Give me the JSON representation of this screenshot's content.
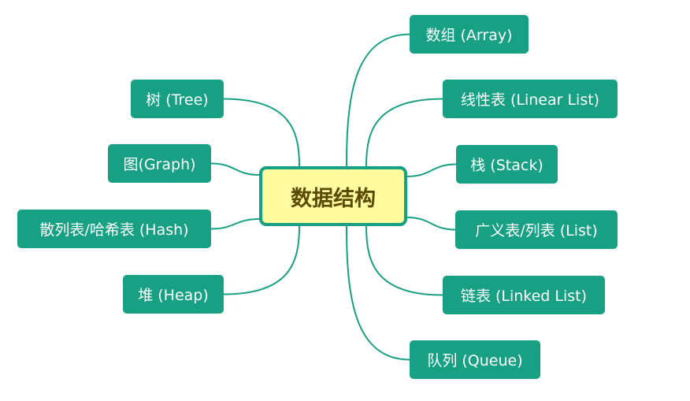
{
  "root": {
    "label": "数据结构"
  },
  "left_nodes": [
    {
      "label": "树 (Tree)"
    },
    {
      "label": "图(Graph)"
    },
    {
      "label": "散列表/哈希表 (Hash)"
    },
    {
      "label": "堆 (Heap)"
    }
  ],
  "right_nodes": [
    {
      "label": "数组 (Array)"
    },
    {
      "label": "线性表 (Linear List)"
    },
    {
      "label": "栈 (Stack)"
    },
    {
      "label": "广义表/列表 (List)"
    },
    {
      "label": "链表 (Linked List)"
    },
    {
      "label": "队列 (Queue)"
    }
  ],
  "colors": {
    "node": "#17a083",
    "root_fill": "#fffb9f",
    "root_text": "#5a4a05",
    "connector": "#17a083"
  }
}
